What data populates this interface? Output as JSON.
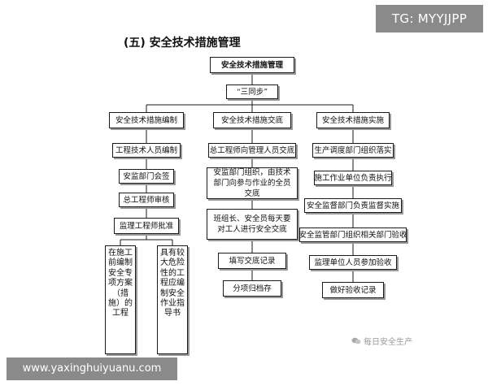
{
  "corner_badge": "TG: MYYJJPP",
  "section_title": "(五) 安全技术措施管理",
  "diagram": {
    "root": "安全技术措施管理",
    "hub": "“三同步”",
    "branches": [
      {
        "title": "安全技术措施编制",
        "steps": [
          "工程技术人员编制",
          "安监部门会签",
          "总工程师审核",
          "监理工程师批准"
        ],
        "notes": [
          "在施工前编制安全专项方案（措施）的工程",
          "具有较大危险性的工程应编制安全作业指导书"
        ]
      },
      {
        "title": "安全技术措施交底",
        "steps": [
          "总工程师向管理人员交底",
          "安监部门组织，由技术部门向参与作业的全员交底",
          "班组长、安全员每天要对工人进行安全交底",
          "填写交底记录",
          "分项归档存"
        ]
      },
      {
        "title": "安全技术措施实施",
        "steps": [
          "生产调度部门组织落实",
          "施工作业单位负责执行",
          "安全监督部门负责监督实施",
          "安全监管部门组织相关部门验收",
          "监理单位人员参加验收",
          "做好验收记录"
        ]
      }
    ]
  },
  "watermark": "每日安全生产",
  "url_banner": "www.yaxinghuiyuanu.com"
}
